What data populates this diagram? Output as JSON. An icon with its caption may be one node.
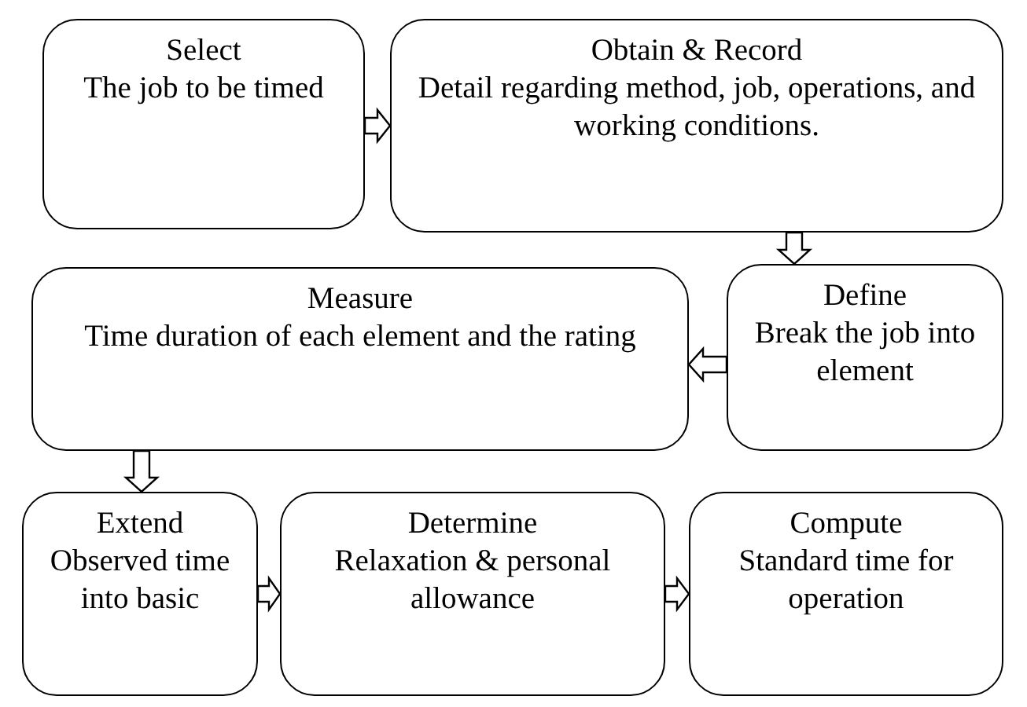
{
  "diagram": {
    "nodes": [
      {
        "text": [
          "Select",
          "The job to be timed"
        ]
      },
      {
        "text": [
          "Obtain & Record",
          "Detail regarding method, job, operations, and working conditions."
        ]
      },
      {
        "text": [
          "Define",
          "Break the job into element"
        ]
      },
      {
        "text": [
          "Measure",
          "Time duration of each element and the rating"
        ]
      },
      {
        "text": [
          "Extend",
          "Observed time into basic"
        ]
      },
      {
        "text": [
          "Determine",
          "Relaxation & personal allowance"
        ]
      },
      {
        "text": [
          "Compute",
          "Standard time for operation"
        ]
      }
    ],
    "edges": [
      {
        "from": 0,
        "to": 1,
        "arrow": "to"
      },
      {
        "from": 1,
        "to": 2,
        "arrow": "to"
      },
      {
        "from": 2,
        "to": 3,
        "arrow": "to"
      },
      {
        "from": 3,
        "to": 4,
        "arrow": "to"
      },
      {
        "from": 4,
        "to": 5,
        "arrow": "to"
      },
      {
        "from": 5,
        "to": 6,
        "arrow": "to"
      }
    ]
  }
}
